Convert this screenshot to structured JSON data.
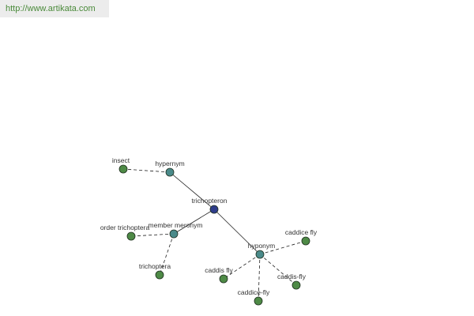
{
  "header": {
    "url": "http://www.artikata.com"
  },
  "colors": {
    "center_node": "#2e3c8a",
    "relation_node": "#4a8a8a",
    "leaf_node": "#4e8a46",
    "node_stroke": "#1e2e1e",
    "edge": "#222222",
    "url_text": "#4a8a3a"
  },
  "graph": {
    "center": {
      "id": "trichopteron",
      "label": "trichopteron"
    },
    "relations": [
      {
        "id": "hypernym",
        "label": "hypernym"
      },
      {
        "id": "member-meronym",
        "label": "member meronym"
      },
      {
        "id": "hyponym",
        "label": "hyponym"
      }
    ],
    "leaves": [
      {
        "id": "insect",
        "label": "insect",
        "relation": "hypernym"
      },
      {
        "id": "order-trichoptera",
        "label": "order trichoptera",
        "relation": "member-meronym"
      },
      {
        "id": "trichoptera",
        "label": "trichoptera",
        "relation": "member-meronym"
      },
      {
        "id": "caddice-fly-1",
        "label": "caddice fly",
        "relation": "hyponym"
      },
      {
        "id": "caddis-fly-1",
        "label": "caddis fly",
        "relation": "hyponym"
      },
      {
        "id": "caddis-fly-2",
        "label": "caddis-fly",
        "relation": "hyponym"
      },
      {
        "id": "caddice-fly-2",
        "label": "caddice-fly",
        "relation": "hyponym"
      }
    ]
  }
}
